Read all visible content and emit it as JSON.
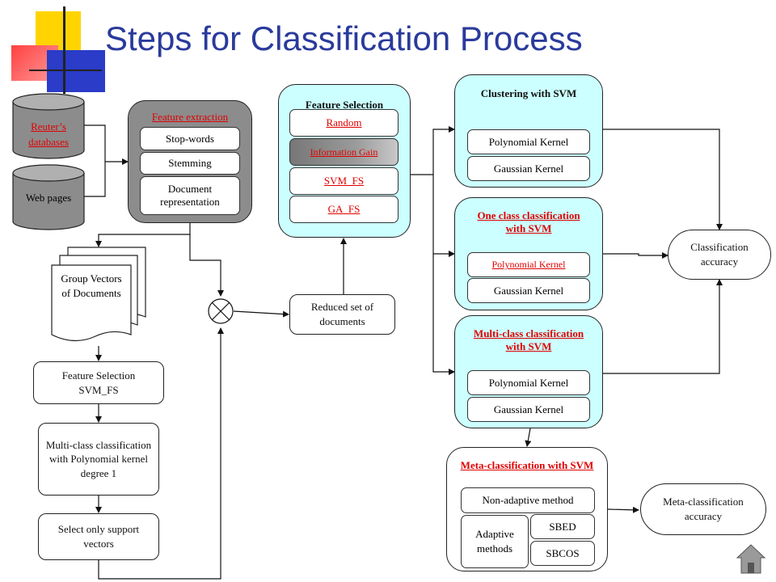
{
  "slide": {
    "title": "Steps for Classification Process"
  },
  "sources": {
    "reuters": "Reuter’s databases",
    "web": "Web pages"
  },
  "feature_extraction": {
    "header": "Feature extraction",
    "items": [
      "Stop-words",
      "Stemming",
      "Document representation"
    ]
  },
  "feature_selection": {
    "header": "Feature Selection",
    "items": [
      "Random",
      "Information Gain",
      "SVM_FS",
      "GA_FS"
    ]
  },
  "clustering": {
    "header": "Clustering with SVM",
    "items": [
      "Polynomial Kernel",
      "Gaussian Kernel"
    ]
  },
  "one_class": {
    "header": "One class classification with SVM",
    "items": [
      "Polynomial Kernel",
      "Gaussian Kernel"
    ]
  },
  "multi_class": {
    "header": "Multi-class classification with SVM",
    "items": [
      "Polynomial Kernel",
      "Gaussian Kernel"
    ]
  },
  "classification_accuracy": "Classification accuracy",
  "group_vectors": "Group Vectors of Documents",
  "reduced_set": "Reduced set of documents",
  "left_chain": {
    "step1": "Feature Selection SVM_FS",
    "step2": "Multi-class classification with Polynomial kernel degree 1",
    "step3": "Select only support vectors"
  },
  "meta": {
    "header": "Meta-classification with SVM",
    "non_adaptive": "Non-adaptive method",
    "adaptive": "Adaptive methods",
    "sbed": "SBED",
    "sbcos": "SBCOS"
  },
  "meta_accuracy": "Meta-classification accuracy",
  "colors": {
    "title": "#2a3a9c",
    "cyan_fill": "#ccffff",
    "gray_fill": "#8c8c8c",
    "link_red": "#e00000"
  }
}
